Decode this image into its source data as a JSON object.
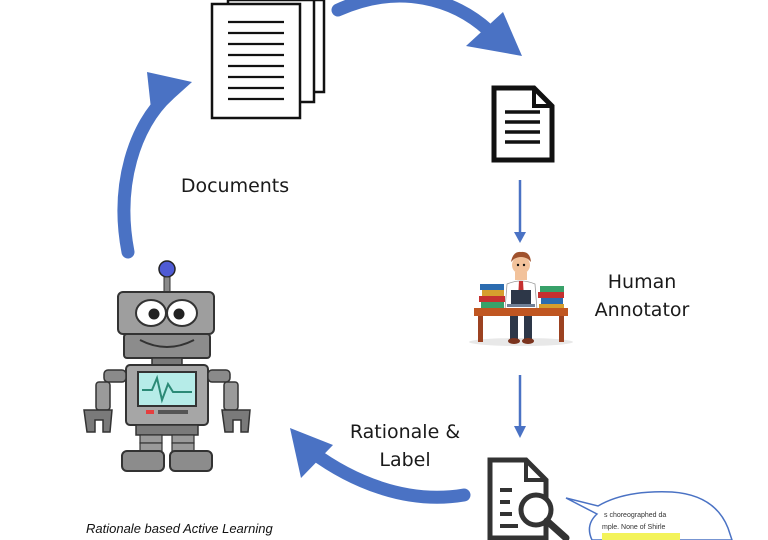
{
  "labels": {
    "documents": "Documents",
    "human_line1": "Human",
    "human_line2": "Annotator",
    "rationale_line1": "Rationale &",
    "rationale_line2": "Label",
    "caption": "Rationale based Active Learning"
  },
  "bubble": {
    "line1": "s choreographed da",
    "line2": "mple. None of Shirle"
  },
  "icons": [
    "document-stack-icon",
    "single-document-icon",
    "human-annotator-icon",
    "robot-icon",
    "document-search-icon",
    "speech-bubble-icon"
  ],
  "colors": {
    "arrow": "#4a72c4",
    "highlight": "#f3f35a",
    "text": "#1a1a1a"
  }
}
